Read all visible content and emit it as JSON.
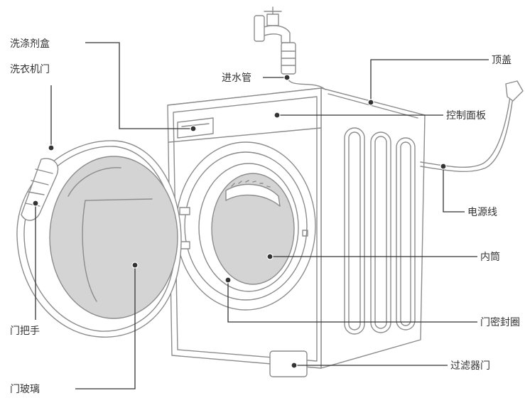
{
  "diagram": {
    "labels": {
      "detergent_box": "洗涤剂盒",
      "washer_door": "洗衣机门",
      "inlet_hose": "进水管",
      "top_cover": "顶盖",
      "control_panel": "控制面板",
      "power_cord": "电源线",
      "inner_drum": "内筒",
      "door_seal": "门密封圈",
      "filter_door": "过滤器门",
      "door_handle": "门把手",
      "door_glass": "门玻璃"
    },
    "colors": {
      "outline": "#8c8c8c",
      "glass_fill": "#d4d4d4",
      "leader_line": "#333333",
      "text": "#333333"
    }
  }
}
